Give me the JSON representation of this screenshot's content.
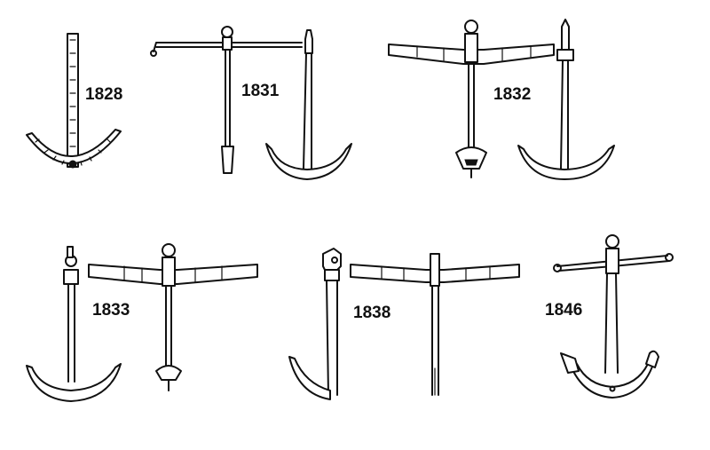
{
  "figure": {
    "anchors": [
      {
        "year": "1828"
      },
      {
        "year": "1831"
      },
      {
        "year": "1832"
      },
      {
        "year": "1833"
      },
      {
        "year": "1838"
      },
      {
        "year": "1846"
      }
    ]
  },
  "colors": {
    "line": "#111111",
    "background": "#ffffff"
  }
}
